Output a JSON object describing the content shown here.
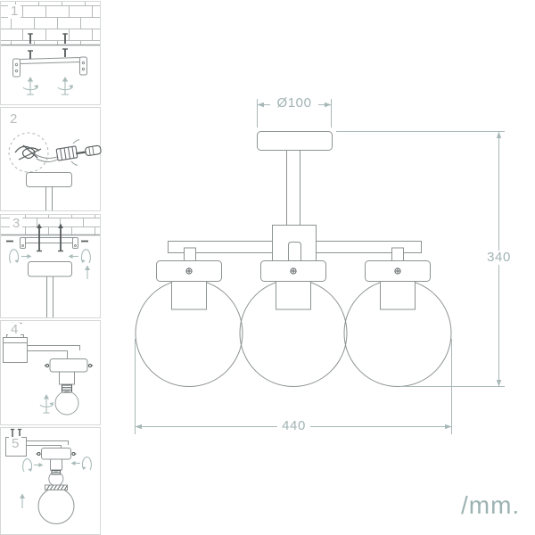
{
  "sidebar": {
    "steps": [
      {
        "number": "1"
      },
      {
        "number": "2"
      },
      {
        "number": "3"
      },
      {
        "number": "4"
      },
      {
        "number": "5"
      }
    ]
  },
  "drawing": {
    "dimensions": {
      "canopy_diameter": "Ø100",
      "overall_height": "340",
      "overall_width": "440"
    },
    "units_label": "/mm.",
    "globe_count": 3
  },
  "colors": {
    "line": "#8d9292",
    "dimension": "#a8b7b7",
    "accent_arrow": "#a9bcba",
    "step_number": "#b9bcbc",
    "cell_border": "#d6d8d8",
    "brick": "#b7baba",
    "dark_detail": "#565b5b"
  }
}
